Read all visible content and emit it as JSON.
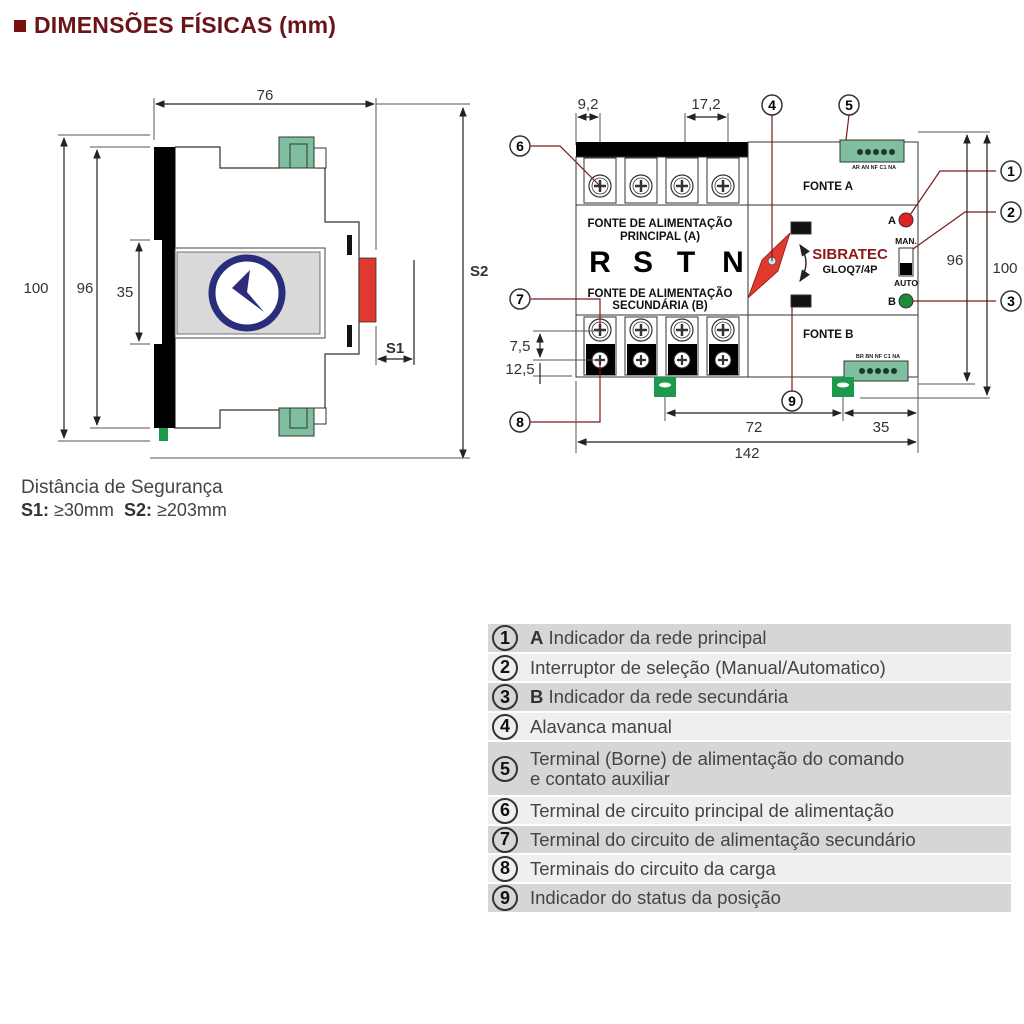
{
  "header": {
    "title": "DIMENSÕES FÍSICAS (mm)"
  },
  "side_view": {
    "dims": {
      "width": "76",
      "height_total": "100",
      "height_body": "96",
      "rail": "35",
      "s1": "S1",
      "s2": "S2"
    }
  },
  "front_view": {
    "dims": {
      "terminal_offset": "9,2",
      "terminal_pitch": "17,2",
      "h96": "96",
      "h100": "100",
      "d75": "7,5",
      "d125": "12,5",
      "w72": "72",
      "w35": "35",
      "w142": "142"
    },
    "labels": {
      "fonte_a": "FONTE A",
      "fonte_b": "FONTE B",
      "principal_l1": "FONTE DE ALIMENTAÇÃO",
      "principal_l2": "PRINCIPAL (A)",
      "secundaria_l1": "FONTE DE ALIMENTAÇÃO",
      "secundaria_l2": "SECUNDÁRIA (B)",
      "phases": [
        "R",
        "S",
        "T",
        "N"
      ],
      "brand": "SIBRATEC",
      "model": "GLOQ7/4P",
      "ind_a": "A",
      "ind_b": "B",
      "man": "MAN.",
      "auto": "AUTO",
      "term_top": "AR AN NF C1 NA",
      "term_bottom": "BR BN NF C1 NA"
    },
    "callouts": [
      "1",
      "2",
      "3",
      "4",
      "5",
      "6",
      "7",
      "8",
      "9"
    ],
    "colors": {
      "indicator_a": "#dd2222",
      "indicator_b": "#1d8a3a",
      "lever": "#e03a2f",
      "terminal_green": "#7fbf9f",
      "brand": "#8b1a1a"
    }
  },
  "safety": {
    "title": "Distância de Segurança",
    "s1_label": "S1:",
    "s1_value": "≥30mm",
    "s2_label": "S2:",
    "s2_value": "≥203mm"
  },
  "legend": [
    {
      "num": "1",
      "bold": "A",
      "text": " Indicador da rede principal"
    },
    {
      "num": "2",
      "bold": "",
      "text": "Interruptor de seleção (Manual/Automatico)"
    },
    {
      "num": "3",
      "bold": "B",
      "text": " Indicador da rede secundária"
    },
    {
      "num": "4",
      "bold": "",
      "text": "Alavanca manual"
    },
    {
      "num": "5",
      "bold": "",
      "text": "Terminal (Borne) de alimentação do comando",
      "text2": "e contato auxiliar"
    },
    {
      "num": "6",
      "bold": "",
      "text": "Terminal de circuito principal de alimentação"
    },
    {
      "num": "7",
      "bold": "",
      "text": "Terminal do circuito de alimentação secundário"
    },
    {
      "num": "8",
      "bold": "",
      "text": "Terminais do circuito da carga"
    },
    {
      "num": "9",
      "bold": "",
      "text": "Indicador do status da posição"
    }
  ]
}
